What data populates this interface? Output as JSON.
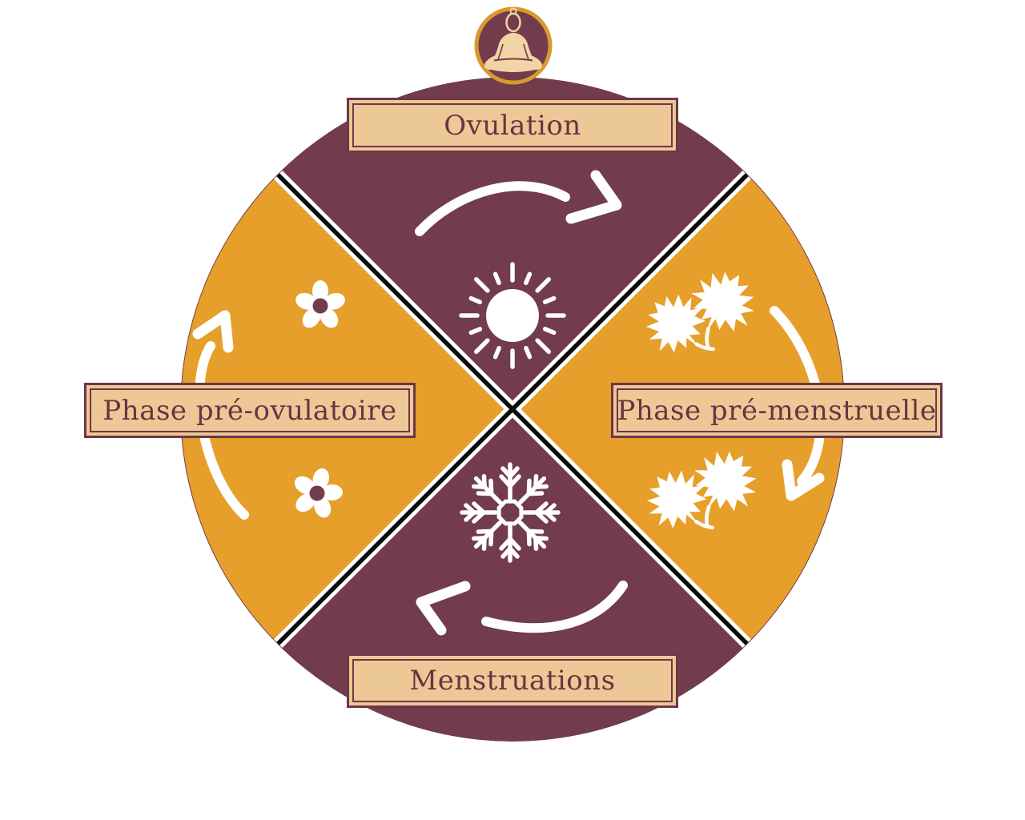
{
  "diagram": {
    "type": "cycle-wheel",
    "rotation_direction": "clockwise",
    "center_top_icon": "meditation-person-icon",
    "phases": [
      {
        "label": "Ovulation",
        "position": "top",
        "wedge_color": "#723C4C",
        "icon": "sun-icon"
      },
      {
        "label": "Phase pré-menstruelle",
        "position": "right",
        "wedge_color": "#E69F2A",
        "icon": "autumn-leaves-icon"
      },
      {
        "label": "Menstruations",
        "position": "bottom",
        "wedge_color": "#723C4C",
        "icon": "snowflake-icon"
      },
      {
        "label": "Phase pré-ovulatoire",
        "position": "left",
        "wedge_color": "#E69F2A",
        "icon": "flowers-icon"
      }
    ],
    "colors": {
      "maroon_wedge": "#723C4C",
      "orange_wedge": "#E69F2A",
      "label_background": "#ECC896",
      "label_border": "#6E3646",
      "label_text": "#6B3242",
      "divider_white": "#FFFFFF",
      "divider_black": "#0A0A0A",
      "icon_white": "#FFFFFF",
      "badge_ring_gold": "#D9992E",
      "badge_background": "#723C4C",
      "figure_tan": "#F3D4A4",
      "page_background": "#FFFFFF"
    }
  }
}
